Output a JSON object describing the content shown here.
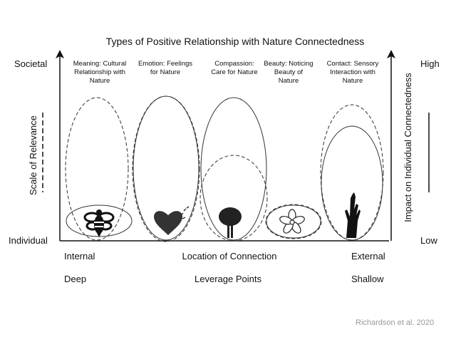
{
  "title": "Types of Positive Relationship with Nature Connectedness",
  "left_axis": {
    "top": "Societal",
    "bottom": "Individual",
    "label": "Scale of Relevance"
  },
  "right_axis": {
    "top": "High",
    "bottom": "Low",
    "label": "Impact on Individual Connectedness"
  },
  "bottom_axis": {
    "row1": {
      "left": "Internal",
      "center": "Location of Connection",
      "right": "External"
    },
    "row2": {
      "left": "Deep",
      "center": "Leverage Points",
      "right": "Shallow"
    }
  },
  "categories": [
    {
      "lines": [
        "Meaning: Cultural",
        "Relationship with",
        "Nature"
      ],
      "icon": "bee-icon"
    },
    {
      "lines": [
        "Emotion: Feelings",
        "for Nature"
      ],
      "icon": "heart-icon"
    },
    {
      "lines": [
        "Compassion:",
        "Care for Nature"
      ],
      "icon": "tree-icon"
    },
    {
      "lines": [
        "Beauty: Noticing",
        "Beauty of",
        "Nature"
      ],
      "icon": "flower-icon"
    },
    {
      "lines": [
        "Contact: Sensory",
        "Interaction with",
        "Nature"
      ],
      "icon": "hand-icon"
    }
  ],
  "citation": "Richardson et al. 2020",
  "colors": {
    "ink": "#111111",
    "citation": "#999999"
  }
}
